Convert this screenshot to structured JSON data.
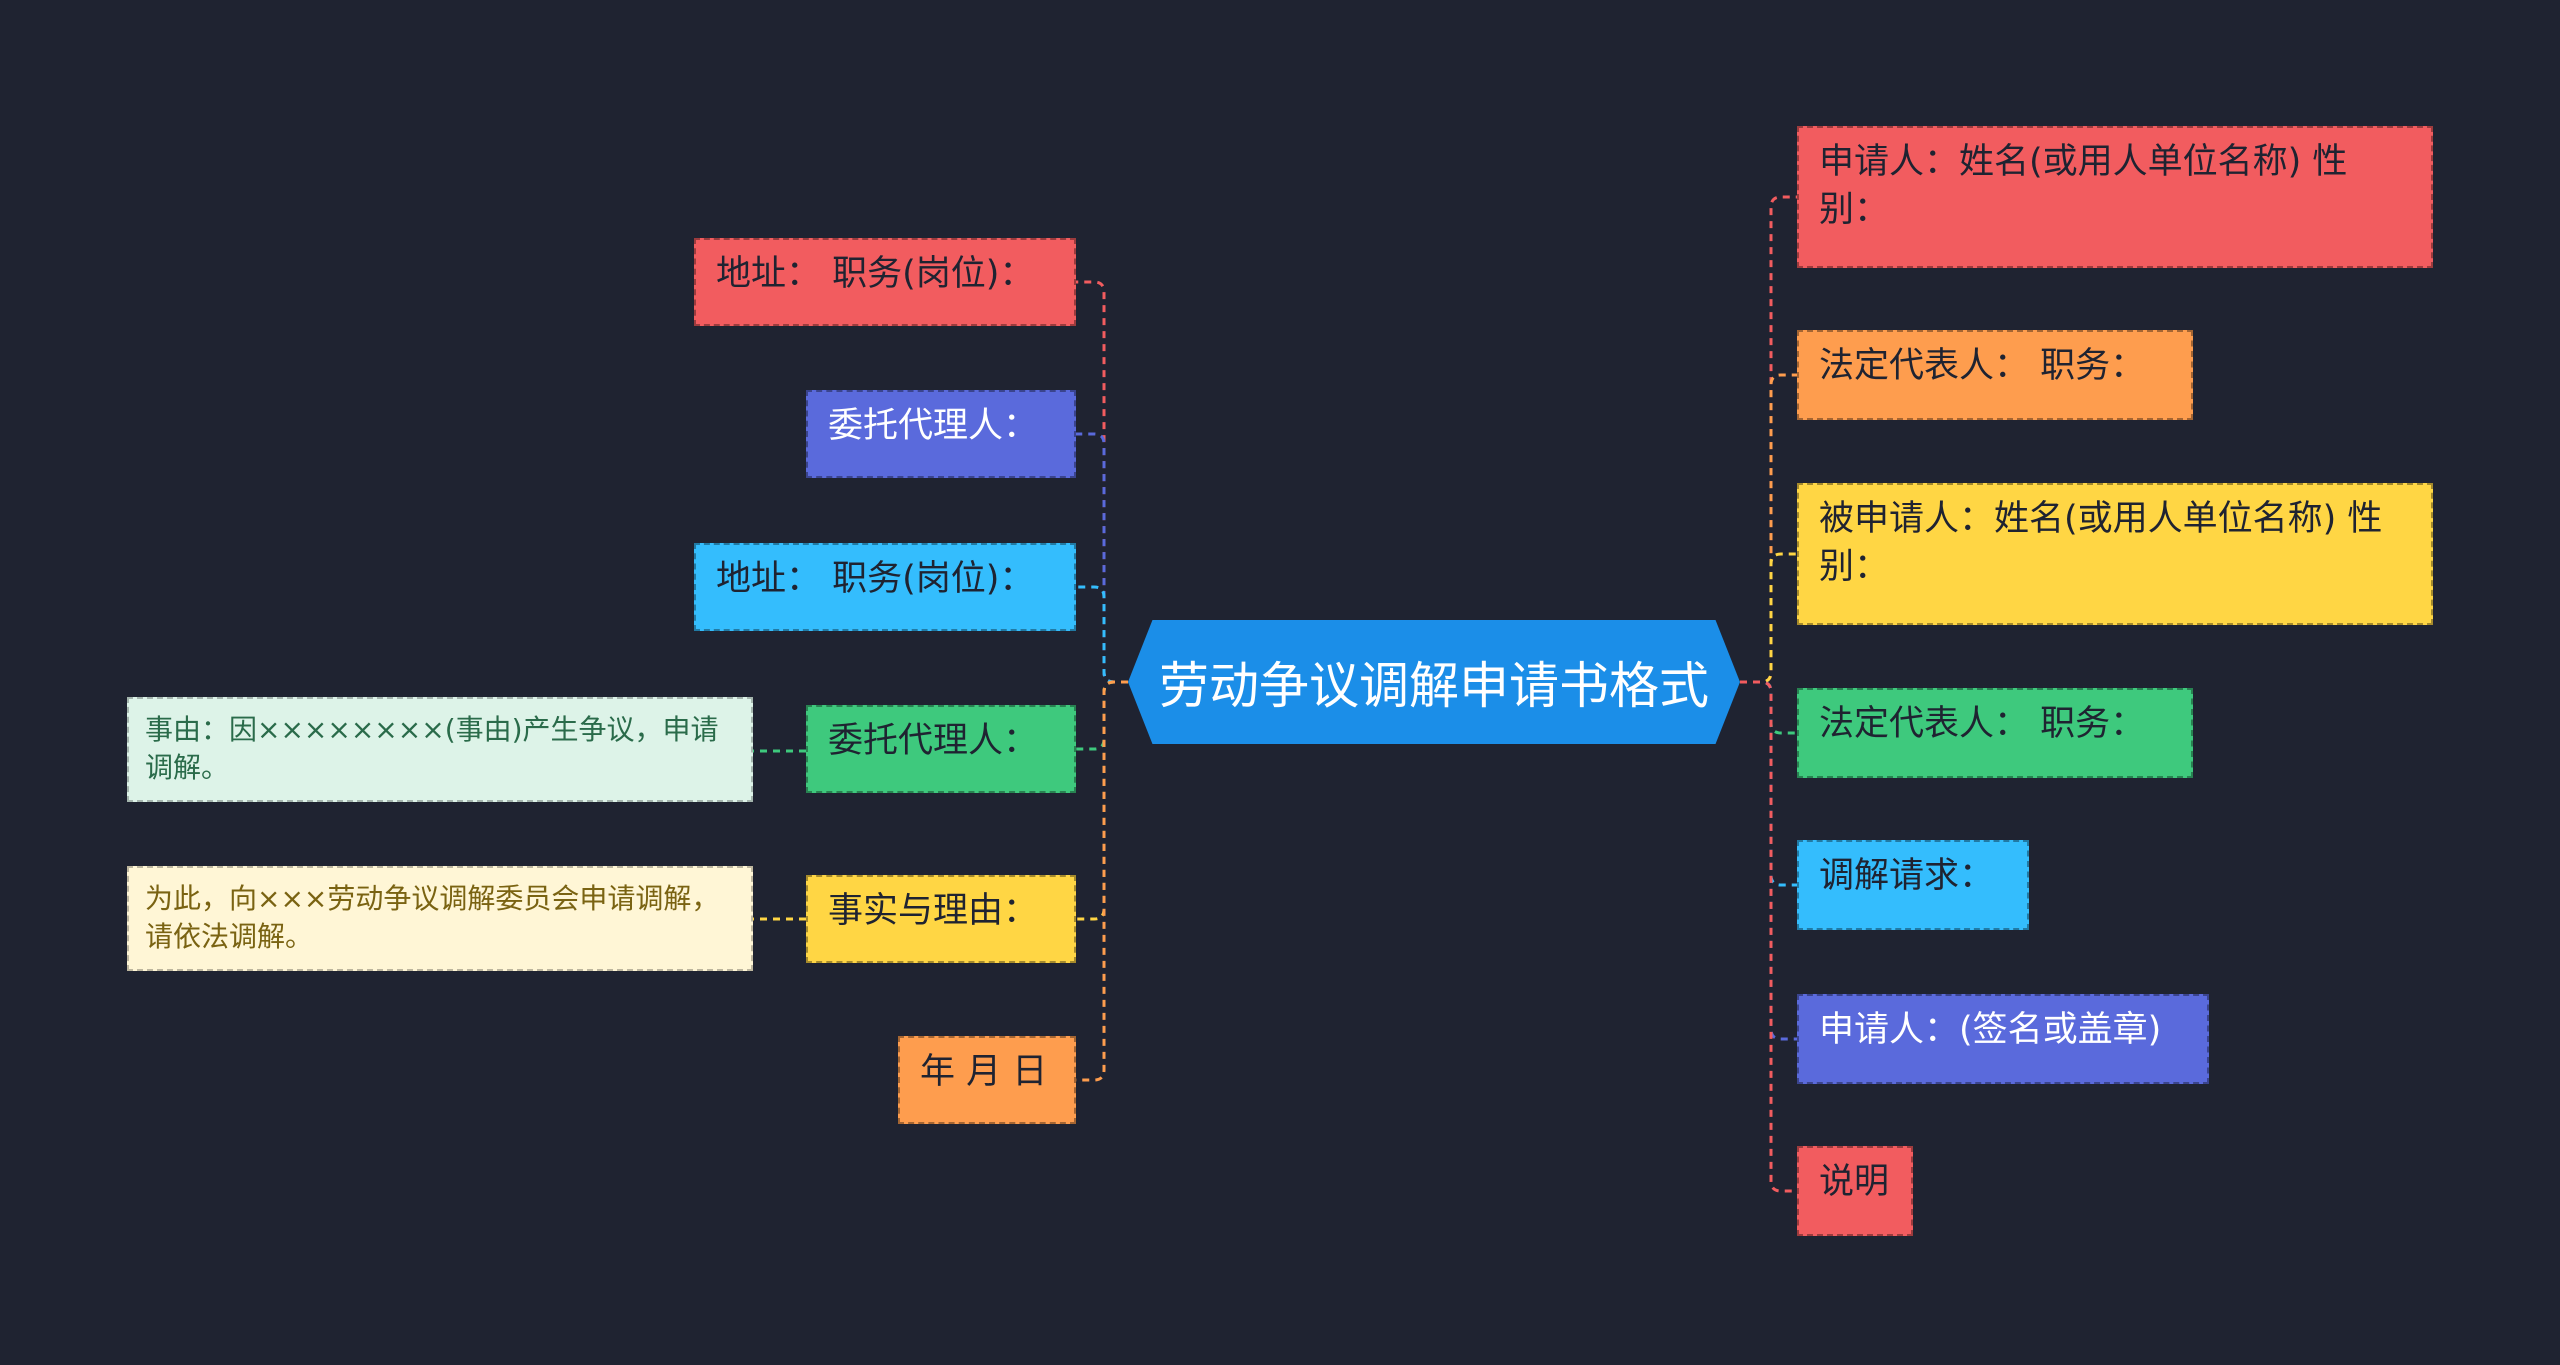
{
  "colors": {
    "background": "#1f2331",
    "center": "#1b8ee8",
    "red": "#f25c5f",
    "orange": "#fe9d4e",
    "yellow": "#ffd644",
    "green": "#3ec97d",
    "cyan": "#34bdfd",
    "purple": "#5a6adc",
    "leaf_green": "#ddf3e8",
    "leaf_yellow": "#fff6d6"
  },
  "center": {
    "title": "劳动争议调解申请书格式"
  },
  "left": [
    {
      "label": "地址：  职务(岗位)：",
      "color": "red"
    },
    {
      "label": "委托代理人：",
      "color": "purple"
    },
    {
      "label": "地址：  职务(岗位)：",
      "color": "cyan"
    },
    {
      "label": "委托代理人：",
      "color": "green"
    },
    {
      "label": "事实与理由：",
      "color": "yellow"
    },
    {
      "label": "年 月 日",
      "color": "orange"
    }
  ],
  "leaves": {
    "reason": "事由：因××××××××(事由)产生争议，申请调解。",
    "request": "为此，向×××劳动争议调解委员会申请调解，请依法调解。"
  },
  "right": [
    {
      "label": "申请人：姓名(或用人单位名称) 性别：",
      "color": "red"
    },
    {
      "label": "法定代表人：  职务：",
      "color": "orange"
    },
    {
      "label": "被申请人：姓名(或用人单位名称) 性别：",
      "color": "yellow"
    },
    {
      "label": "法定代表人：  职务：",
      "color": "green"
    },
    {
      "label": "调解请求：",
      "color": "cyan"
    },
    {
      "label": "申请人：(签名或盖章)",
      "color": "purple"
    },
    {
      "label": "说明",
      "color": "red"
    }
  ]
}
